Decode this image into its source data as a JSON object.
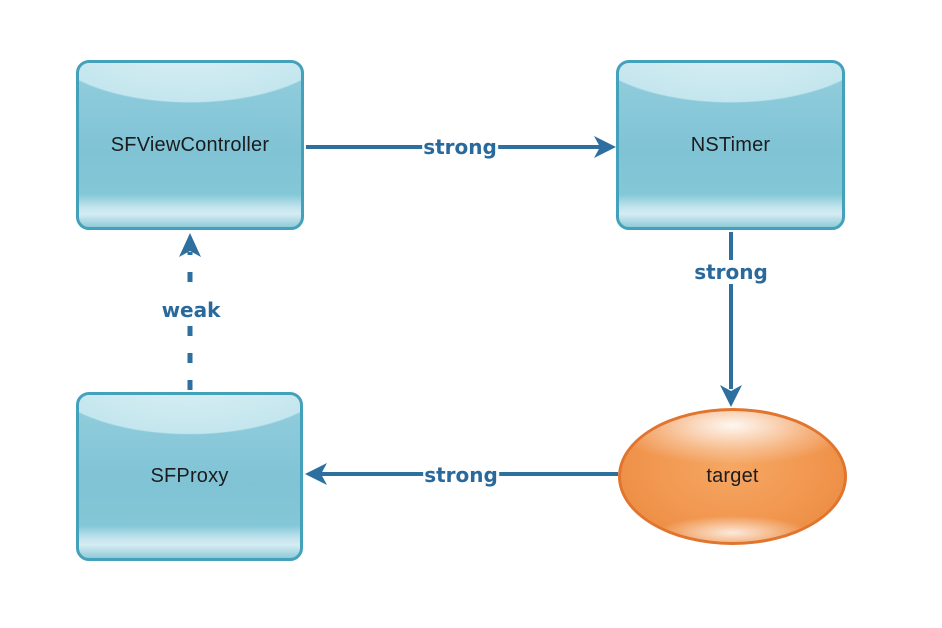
{
  "diagram": {
    "nodes": [
      {
        "id": "sfviewcontroller",
        "label": "SFViewController",
        "shape": "rounded-rect"
      },
      {
        "id": "nstimer",
        "label": "NSTimer",
        "shape": "rounded-rect"
      },
      {
        "id": "sfproxy",
        "label": "SFProxy",
        "shape": "rounded-rect"
      },
      {
        "id": "target",
        "label": "target",
        "shape": "ellipse"
      }
    ],
    "edges": [
      {
        "from": "SFViewController",
        "to": "NSTimer",
        "label": "strong",
        "style": "solid"
      },
      {
        "from": "NSTimer",
        "to": "target",
        "label": "strong",
        "style": "solid"
      },
      {
        "from": "target",
        "to": "SFProxy",
        "label": "strong",
        "style": "solid"
      },
      {
        "from": "SFProxy",
        "to": "SFViewController",
        "label": "weak",
        "style": "dashed"
      }
    ]
  },
  "colors": {
    "background": "#ffffff",
    "node_border": "#44a1bc",
    "node_fill": "#7fc3d5",
    "node_fill_light": "#d5ecf2",
    "node_text": "#1c1c1e",
    "ellipse_border": "#e1752d",
    "ellipse_fill": "#f0954e",
    "arrow": "#2d6f9f",
    "edge_label": "#29699c"
  }
}
